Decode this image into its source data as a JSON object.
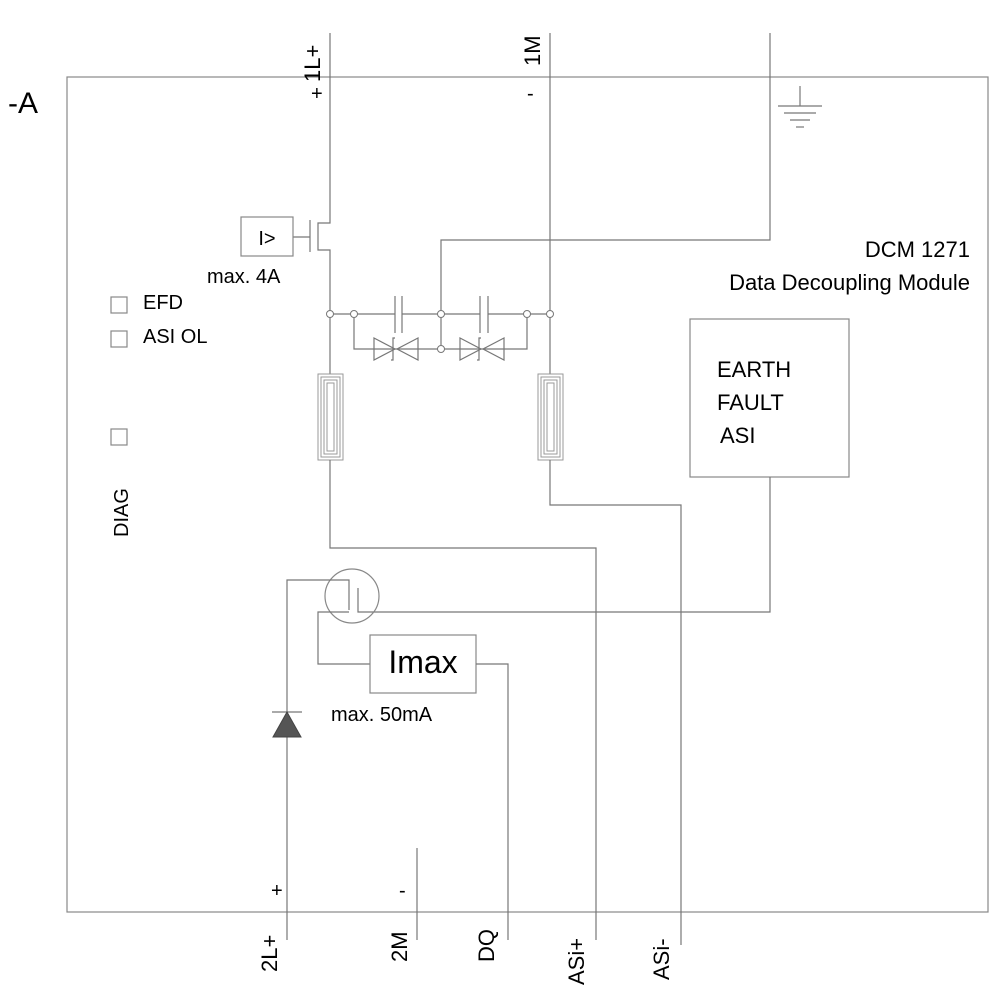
{
  "device_tag": "-A",
  "module": {
    "name": "DCM 1271",
    "description": "Data Decoupling Module"
  },
  "top_terminals": [
    {
      "label": "1L+",
      "polarity": "+"
    },
    {
      "label": "1M",
      "polarity": "-"
    }
  ],
  "bottom_terminals": [
    {
      "label": "2L+",
      "polarity": "+"
    },
    {
      "label": "2M",
      "polarity": "-"
    },
    {
      "label": "DQ"
    },
    {
      "label": "ASi+"
    },
    {
      "label": "ASi-"
    }
  ],
  "overcurrent": {
    "symbol": "I>",
    "rating": "max. 4A"
  },
  "imax": {
    "label": "Imax",
    "rating": "max. 50mA"
  },
  "earth_fault_box": {
    "lines": [
      "EARTH",
      "FAULT",
      "ASI"
    ]
  },
  "leds": [
    {
      "label": "EFD"
    },
    {
      "label": "ASI OL"
    },
    {
      "label": "DIAG"
    }
  ]
}
